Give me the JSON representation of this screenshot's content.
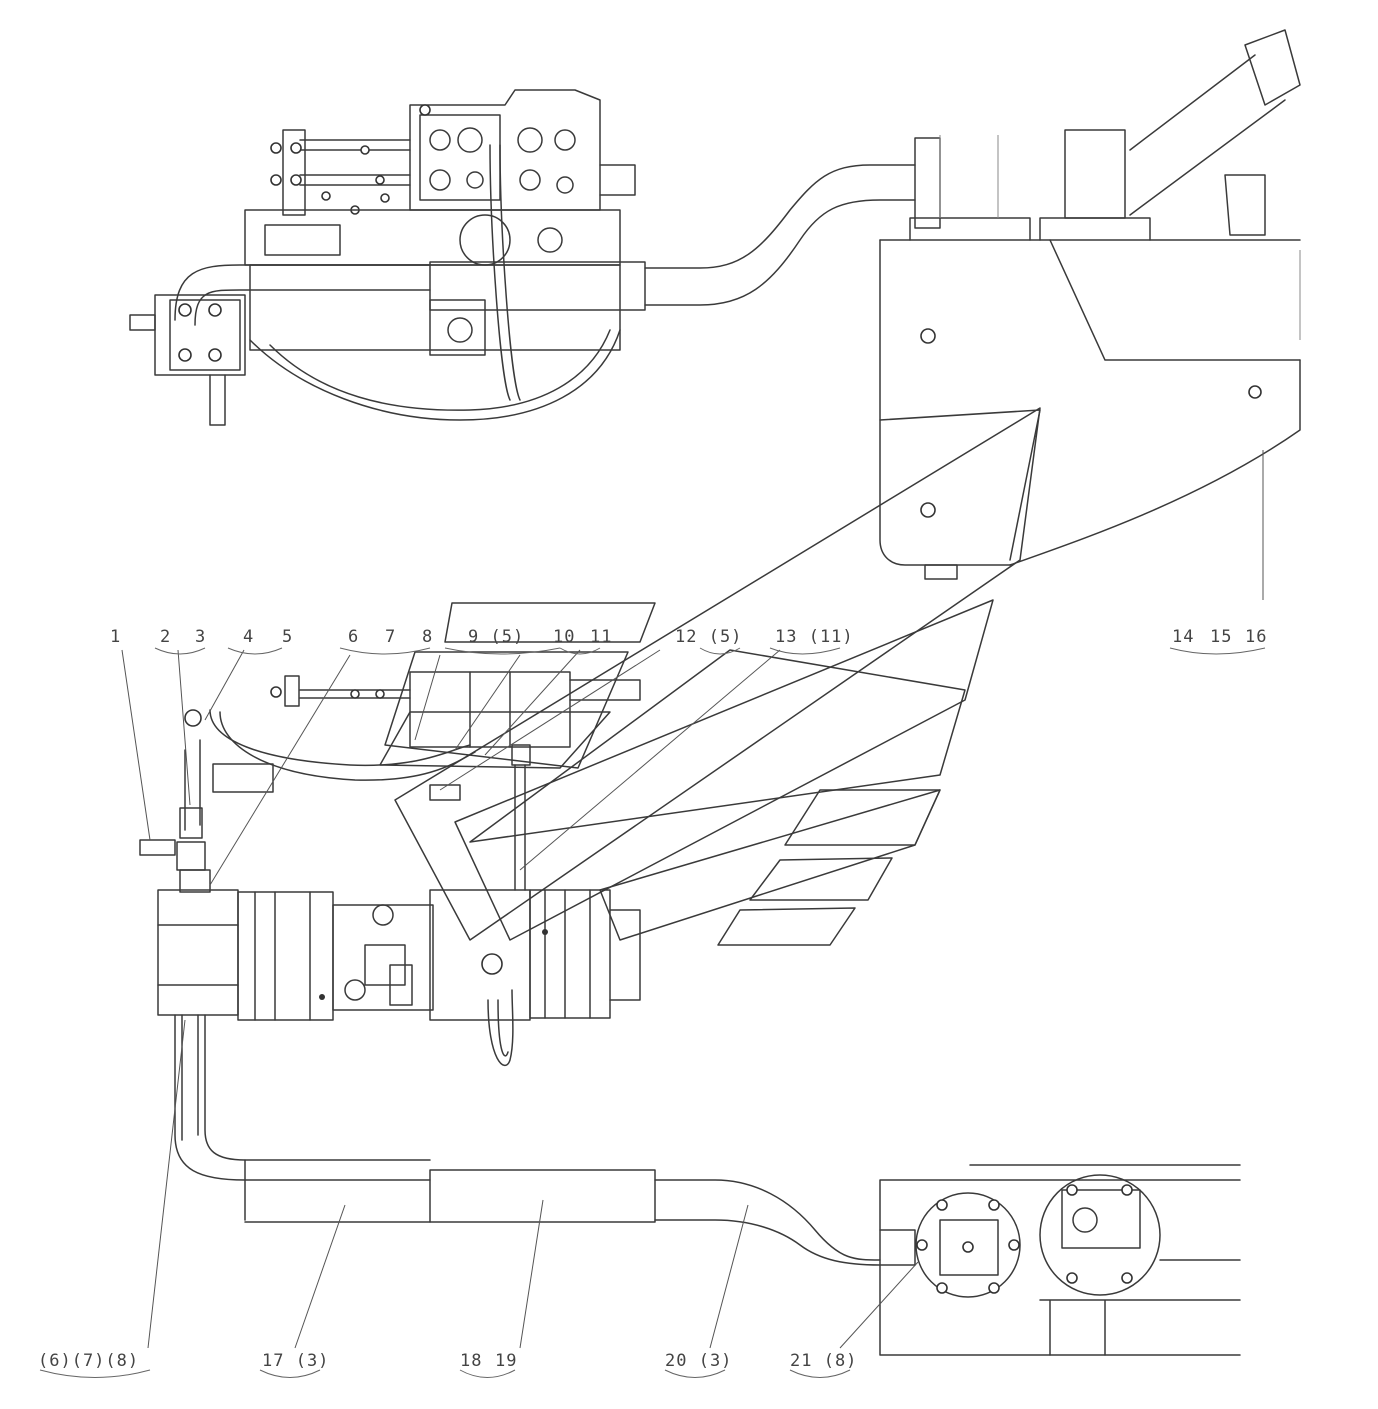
{
  "callouts": {
    "c1": "1",
    "c2": "2",
    "c3": "3",
    "c4": "4",
    "c5": "5",
    "c6": "6",
    "c7": "7",
    "c8": "8",
    "c9": "9 (5)",
    "c10": "10",
    "c11": "11",
    "c12": "12 (5)",
    "c13": "13 (11)",
    "c14": "14",
    "c15": "15",
    "c16": "16",
    "c678": "(6)(7)(8)",
    "c17": "17 (3)",
    "c18": "18",
    "c19": "19",
    "c20": "20 (3)",
    "c21": "21 (8)"
  },
  "colors": {
    "line": "#3a3a3a",
    "background": "#ffffff"
  }
}
